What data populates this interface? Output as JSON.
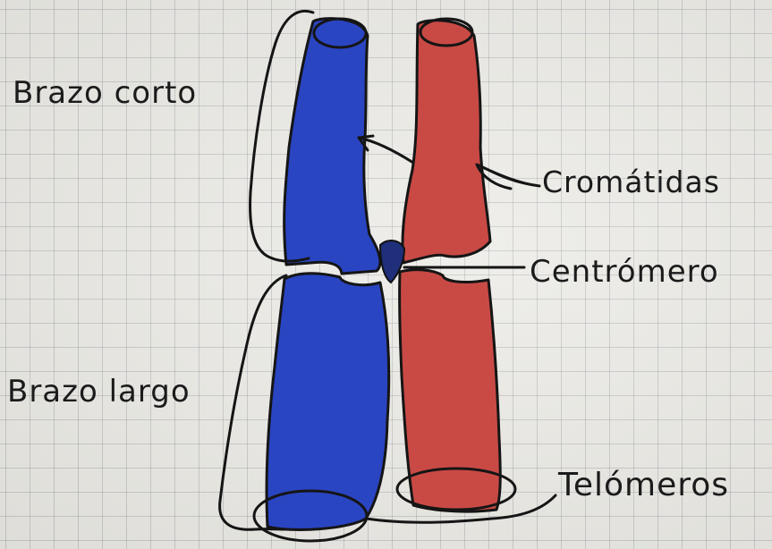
{
  "diagram": {
    "labels": {
      "short_arm": "Brazo corto",
      "chromatids": "Cromátidas",
      "centromere": "Centrómero",
      "long_arm": "Brazo largo",
      "telomeres": "Telómeros"
    },
    "colors": {
      "paper": "#ecebe6",
      "grid": "#8f949c",
      "chromatid_left": "#2a45c2",
      "chromatid_right": "#c94a45",
      "centromere_band": "#1f2f7a",
      "ink": "#151515"
    }
  }
}
